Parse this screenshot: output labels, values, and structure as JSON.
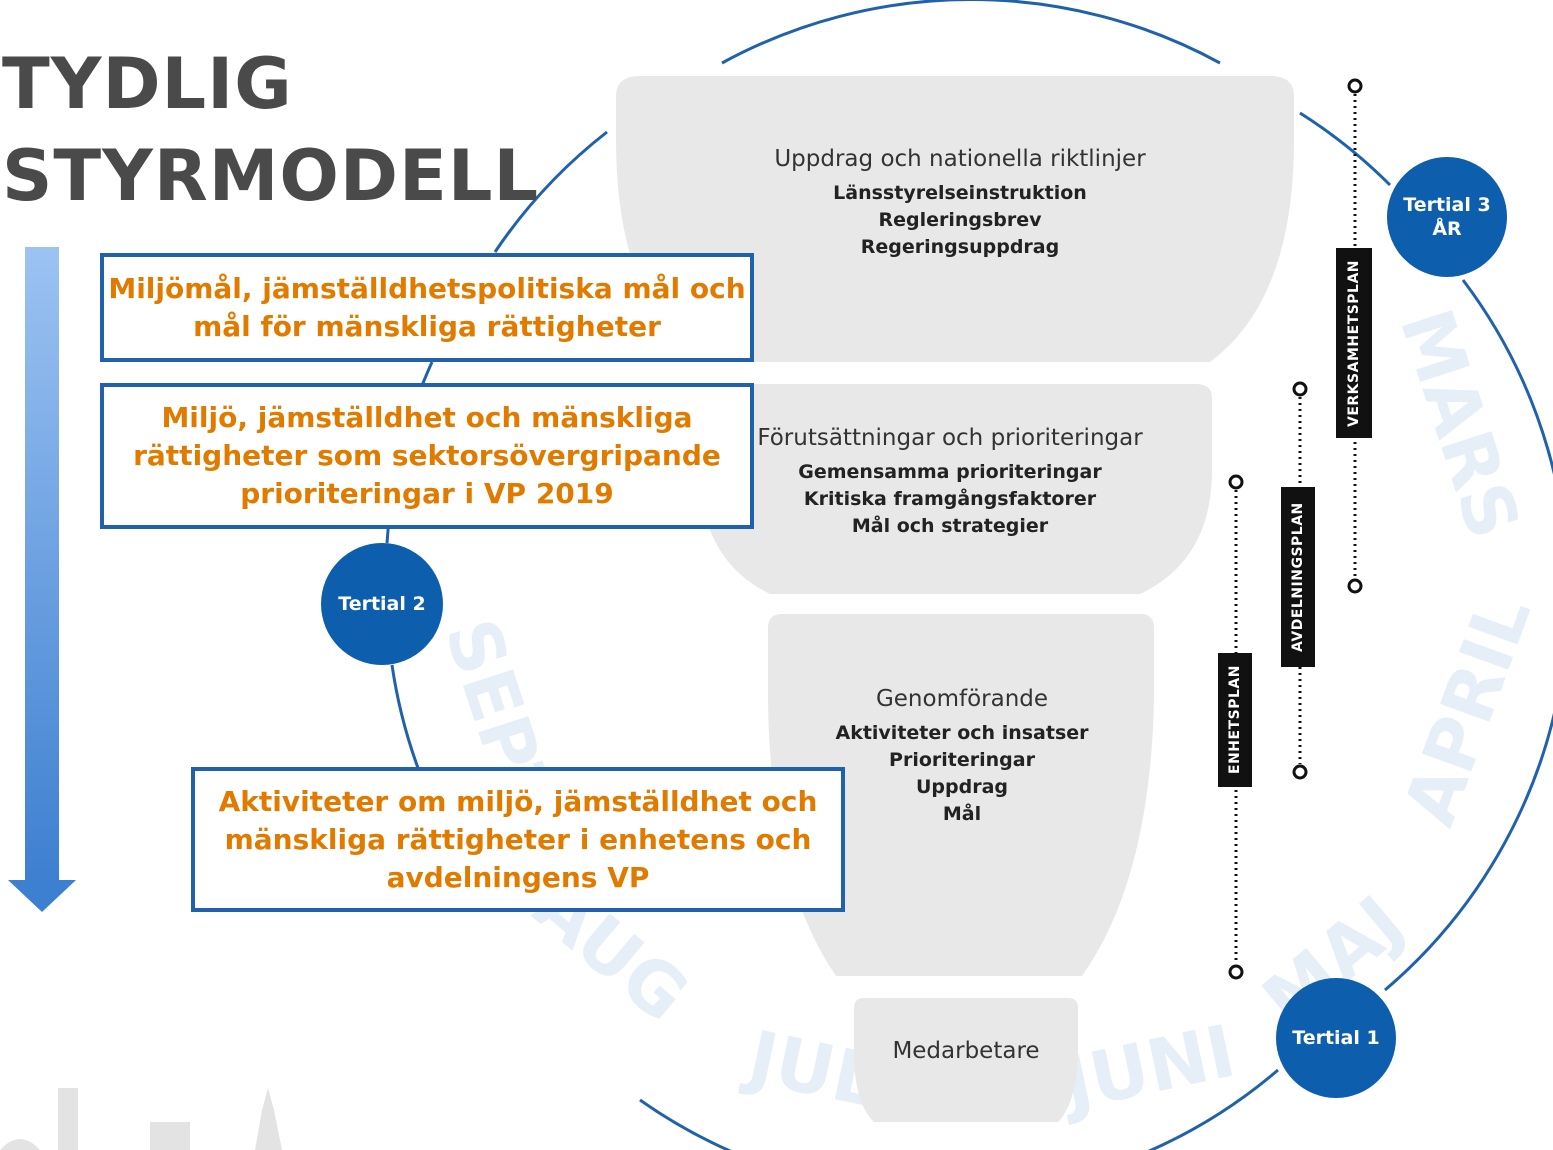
{
  "title": {
    "line1": "TYDLIG",
    "line2": "STYRMODELL"
  },
  "months": {
    "mars": "MARS",
    "april": "APRIL",
    "maj": "MAJ",
    "juni": "JUNI",
    "juli": "JUL",
    "aug": "AUG",
    "sept": "SEPT"
  },
  "levels": [
    {
      "heading": "Uppdrag och nationella riktlinjer",
      "items": [
        "Länsstyrelseinstruktion",
        "Regleringsbrev",
        "Regeringsuppdrag"
      ]
    },
    {
      "heading": "Förutsättningar och prioriteringar",
      "items": [
        "Gemensamma prioriteringar",
        "Kritiska framgångsfaktorer",
        "Mål och strategier"
      ]
    },
    {
      "heading": "Genomförande",
      "items": [
        "Aktiviteter och insatser",
        "Prioriteringar",
        "Uppdrag",
        "Mål"
      ]
    },
    {
      "heading": "Medarbetare"
    }
  ],
  "highlight_boxes": [
    {
      "lines": [
        "Miljömål, jämställdhetspolitiska mål och",
        "mål för mänskliga rättigheter"
      ]
    },
    {
      "lines": [
        "Miljö, jämställdhet och mänskliga",
        "rättigheter som sektorsövergripande",
        "prioriteringar i VP 2019"
      ]
    },
    {
      "lines": [
        "Aktiviteter om miljö, jämställdhet och",
        "mänskliga rättigheter i enhetens och",
        "avdelningens VP"
      ]
    }
  ],
  "tertials": {
    "t1": {
      "line1": "Tertial 1"
    },
    "t2": {
      "line1": "Tertial 2"
    },
    "t3": {
      "line1": "Tertial 3",
      "line2": "ÅR"
    }
  },
  "plans": {
    "verksamhet": "VERKSAMHETSPLAN",
    "avdelning": "AVDELNINGSPLAN",
    "enhet": "ENHETSPLAN"
  },
  "colors": {
    "circle": "#1f62ab",
    "tertial_fill": "#0d5fae",
    "box_border": "#1f62ab",
    "box_text": "#e07b00",
    "funnel": "#e8e8e8",
    "title": "#4a4a4a",
    "watermark_month": "#e6eef7"
  }
}
